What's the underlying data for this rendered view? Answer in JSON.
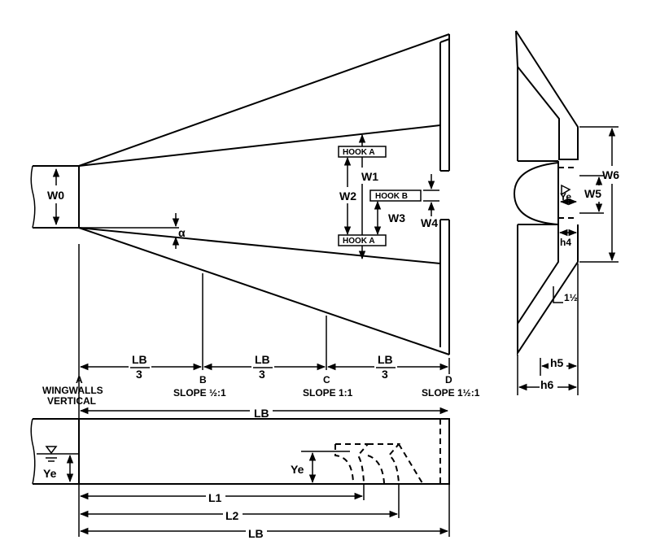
{
  "plan": {
    "w0": "W0",
    "alpha": "α",
    "w1": "W1",
    "w2": "W2",
    "w3": "W3",
    "w4": "W4",
    "hook_a": "HOOK  A",
    "hook_b": "HOOK  B",
    "lb3": "LB",
    "three": "3",
    "point_a": "A",
    "point_b": "B",
    "point_c": "C",
    "point_d": "D",
    "wingwalls_1": "WINGWALLS",
    "wingwalls_2": "VERTICAL",
    "slope_b": "SLOPE ½:1",
    "slope_c": "SLOPE 1:1",
    "slope_d": "SLOPE 1½:1",
    "lb": "LB"
  },
  "section": {
    "w6": "W6",
    "w5": "W5",
    "ye": "Ye",
    "h4": "h4",
    "h5": "h5",
    "h6": "h6",
    "slope": "1½"
  },
  "profile": {
    "ye_small": "Ye",
    "ye_big": "Ye",
    "l1": "L1",
    "l2": "L2",
    "lb": "LB"
  }
}
